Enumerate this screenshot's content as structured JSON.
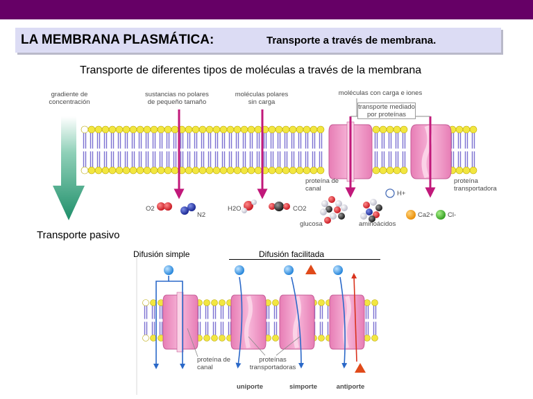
{
  "header": {
    "title": "LA MEMBRANA PLASMÁTICA:",
    "subtitle": "Transporte a través de membrana."
  },
  "colors": {
    "top_bar": "#660066",
    "title_box": "#dcdcf4",
    "head_group": "#f2e640",
    "tail_group": "#7a6fd0",
    "protein": "#f29ac9",
    "arrow_magenta": "#c1187a",
    "arrow_gradient": "#2f9a7a"
  },
  "main_diagram": {
    "caption": "Transporte de diferentes tipos de moléculas a través de la membrana",
    "labels": {
      "gradient": "gradiente de concentración",
      "nonpolar": "sustancias no polares de pequeño tamaño",
      "polar": "moléculas polares sin carga",
      "charged": "moléculas con carga e iones",
      "mediated": "transporte mediado por proteínas",
      "channel_protein": "proteína de canal",
      "carrier_protein": "proteína transportadora"
    },
    "molecules": {
      "o2": "O2",
      "n2": "N2",
      "h2o": "H2O",
      "co2": "CO2",
      "glucose": "glucosa",
      "amino_acids": "aminoácidos",
      "proton": "H+",
      "calcium": "Ca2+",
      "chloride": "Cl-"
    }
  },
  "passive_transport": {
    "title": "Transporte pasivo",
    "simple_diffusion": "Difusión simple",
    "facilitated_diffusion": "Difusión facilitada",
    "channel_protein": "proteína de canal",
    "carrier_proteins": "proteínas transportadoras",
    "uniport": "uniporte",
    "symport": "simporte",
    "antiport": "antiporte"
  }
}
